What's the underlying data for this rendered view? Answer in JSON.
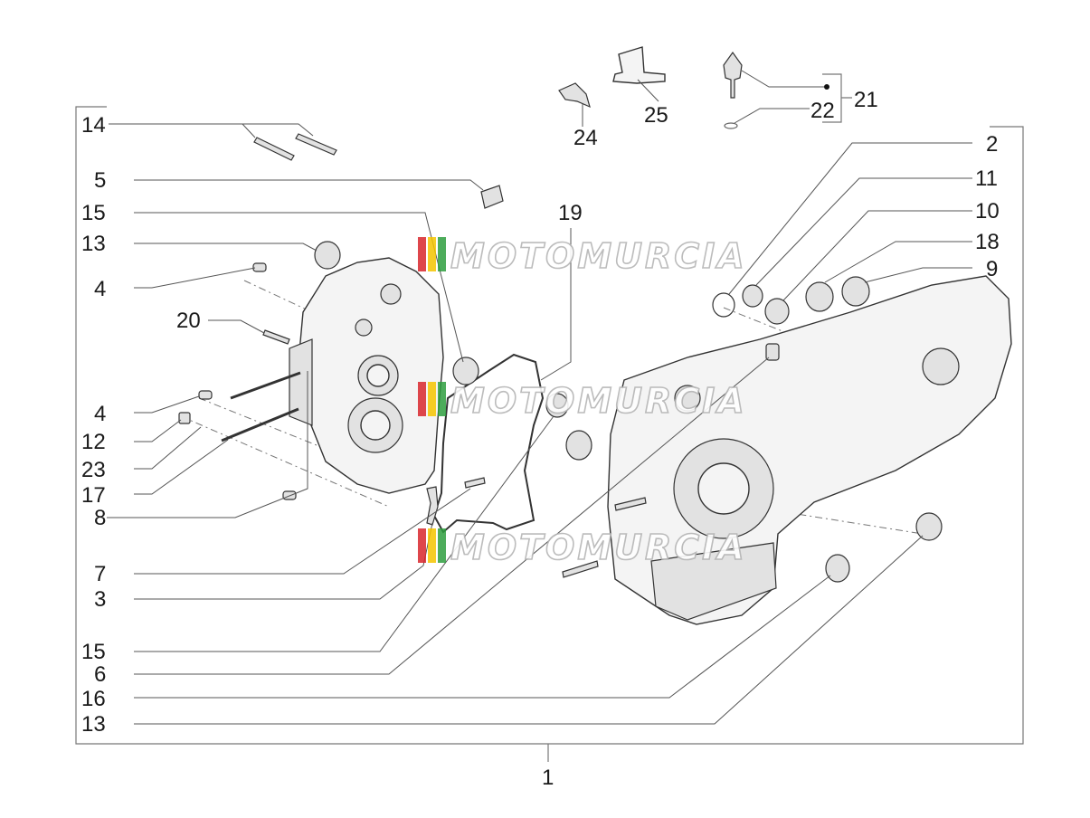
{
  "diagram": {
    "callouts": [
      "1",
      "2",
      "3",
      "4",
      "4",
      "5",
      "6",
      "7",
      "8",
      "9",
      "10",
      "11",
      "12",
      "13",
      "13",
      "14",
      "15",
      "15",
      "16",
      "17",
      "18",
      "19",
      "20",
      "21",
      "22",
      "23",
      "24",
      "25"
    ]
  },
  "watermark": {
    "text": "MOTOMURCIA",
    "flag_colors": [
      "#d8262c",
      "#f5c400",
      "#2e9e3e"
    ]
  }
}
